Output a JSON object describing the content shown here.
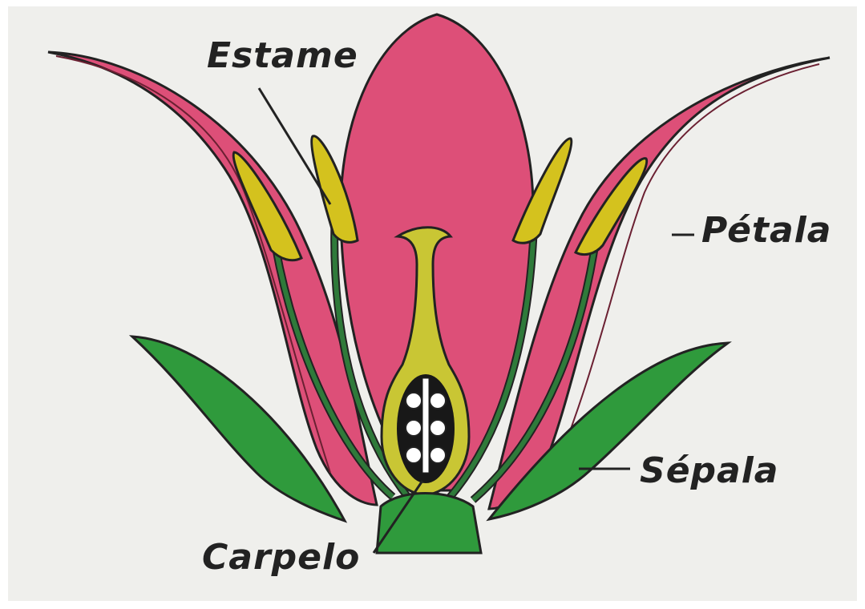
{
  "labels": {
    "stamen": "Estame",
    "petal": "Pétala",
    "sepal": "Sépala",
    "carpel": "Carpelo"
  },
  "colors": {
    "petal": "#dd4f78",
    "sepal": "#2f9a3c",
    "stamen_filament": "#2f7a3a",
    "anther": "#d4c21e",
    "carpel": "#c9c634",
    "ovary_inner": "#181818",
    "ovules": "#ffffff",
    "receptacle": "#2f9a3c",
    "background": "#efefec"
  }
}
